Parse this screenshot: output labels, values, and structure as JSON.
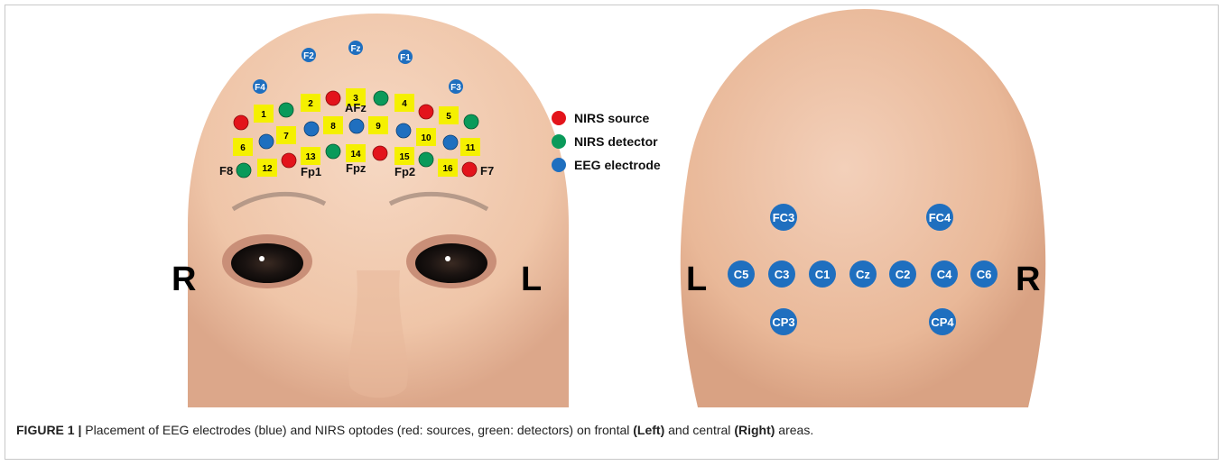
{
  "caption": {
    "label": "FIGURE 1 |",
    "text_1": "Placement of EEG electrodes (blue) and NIRS optodes (red: sources, green: detectors) on frontal ",
    "left": "(Left)",
    "text_2": " and central ",
    "right": "(Right)",
    "text_3": " areas."
  },
  "left_panel": {
    "side_left": "R",
    "side_right": "L",
    "electrodes": [
      "F2",
      "Fz",
      "F1",
      "F4",
      "F3"
    ],
    "site_labels": [
      "AFz",
      "Fp1",
      "Fpz",
      "Fp2",
      "F8",
      "F7"
    ],
    "channel_numbers": [
      "1",
      "2",
      "3",
      "4",
      "5",
      "6",
      "7",
      "8",
      "9",
      "10",
      "11",
      "12",
      "13",
      "14",
      "15",
      "16"
    ]
  },
  "legend": {
    "items": [
      {
        "label": "NIRS source",
        "color": "#e3141b"
      },
      {
        "label": "NIRS detector",
        "color": "#0a9a5a"
      },
      {
        "label": "EEG electrode",
        "color": "#1f6fbf"
      }
    ]
  },
  "right_panel": {
    "side_left": "L",
    "side_right": "R",
    "electrodes": [
      "FC3",
      "FC4",
      "C5",
      "C3",
      "C1",
      "Cz",
      "C2",
      "C4",
      "C6",
      "CP3",
      "CP4"
    ]
  },
  "colors": {
    "source": "#e3141b",
    "detector": "#0a9a5a",
    "eeg": "#1f6fbf",
    "channel_box": "#f5f000",
    "skin": "#f0c9ae"
  }
}
